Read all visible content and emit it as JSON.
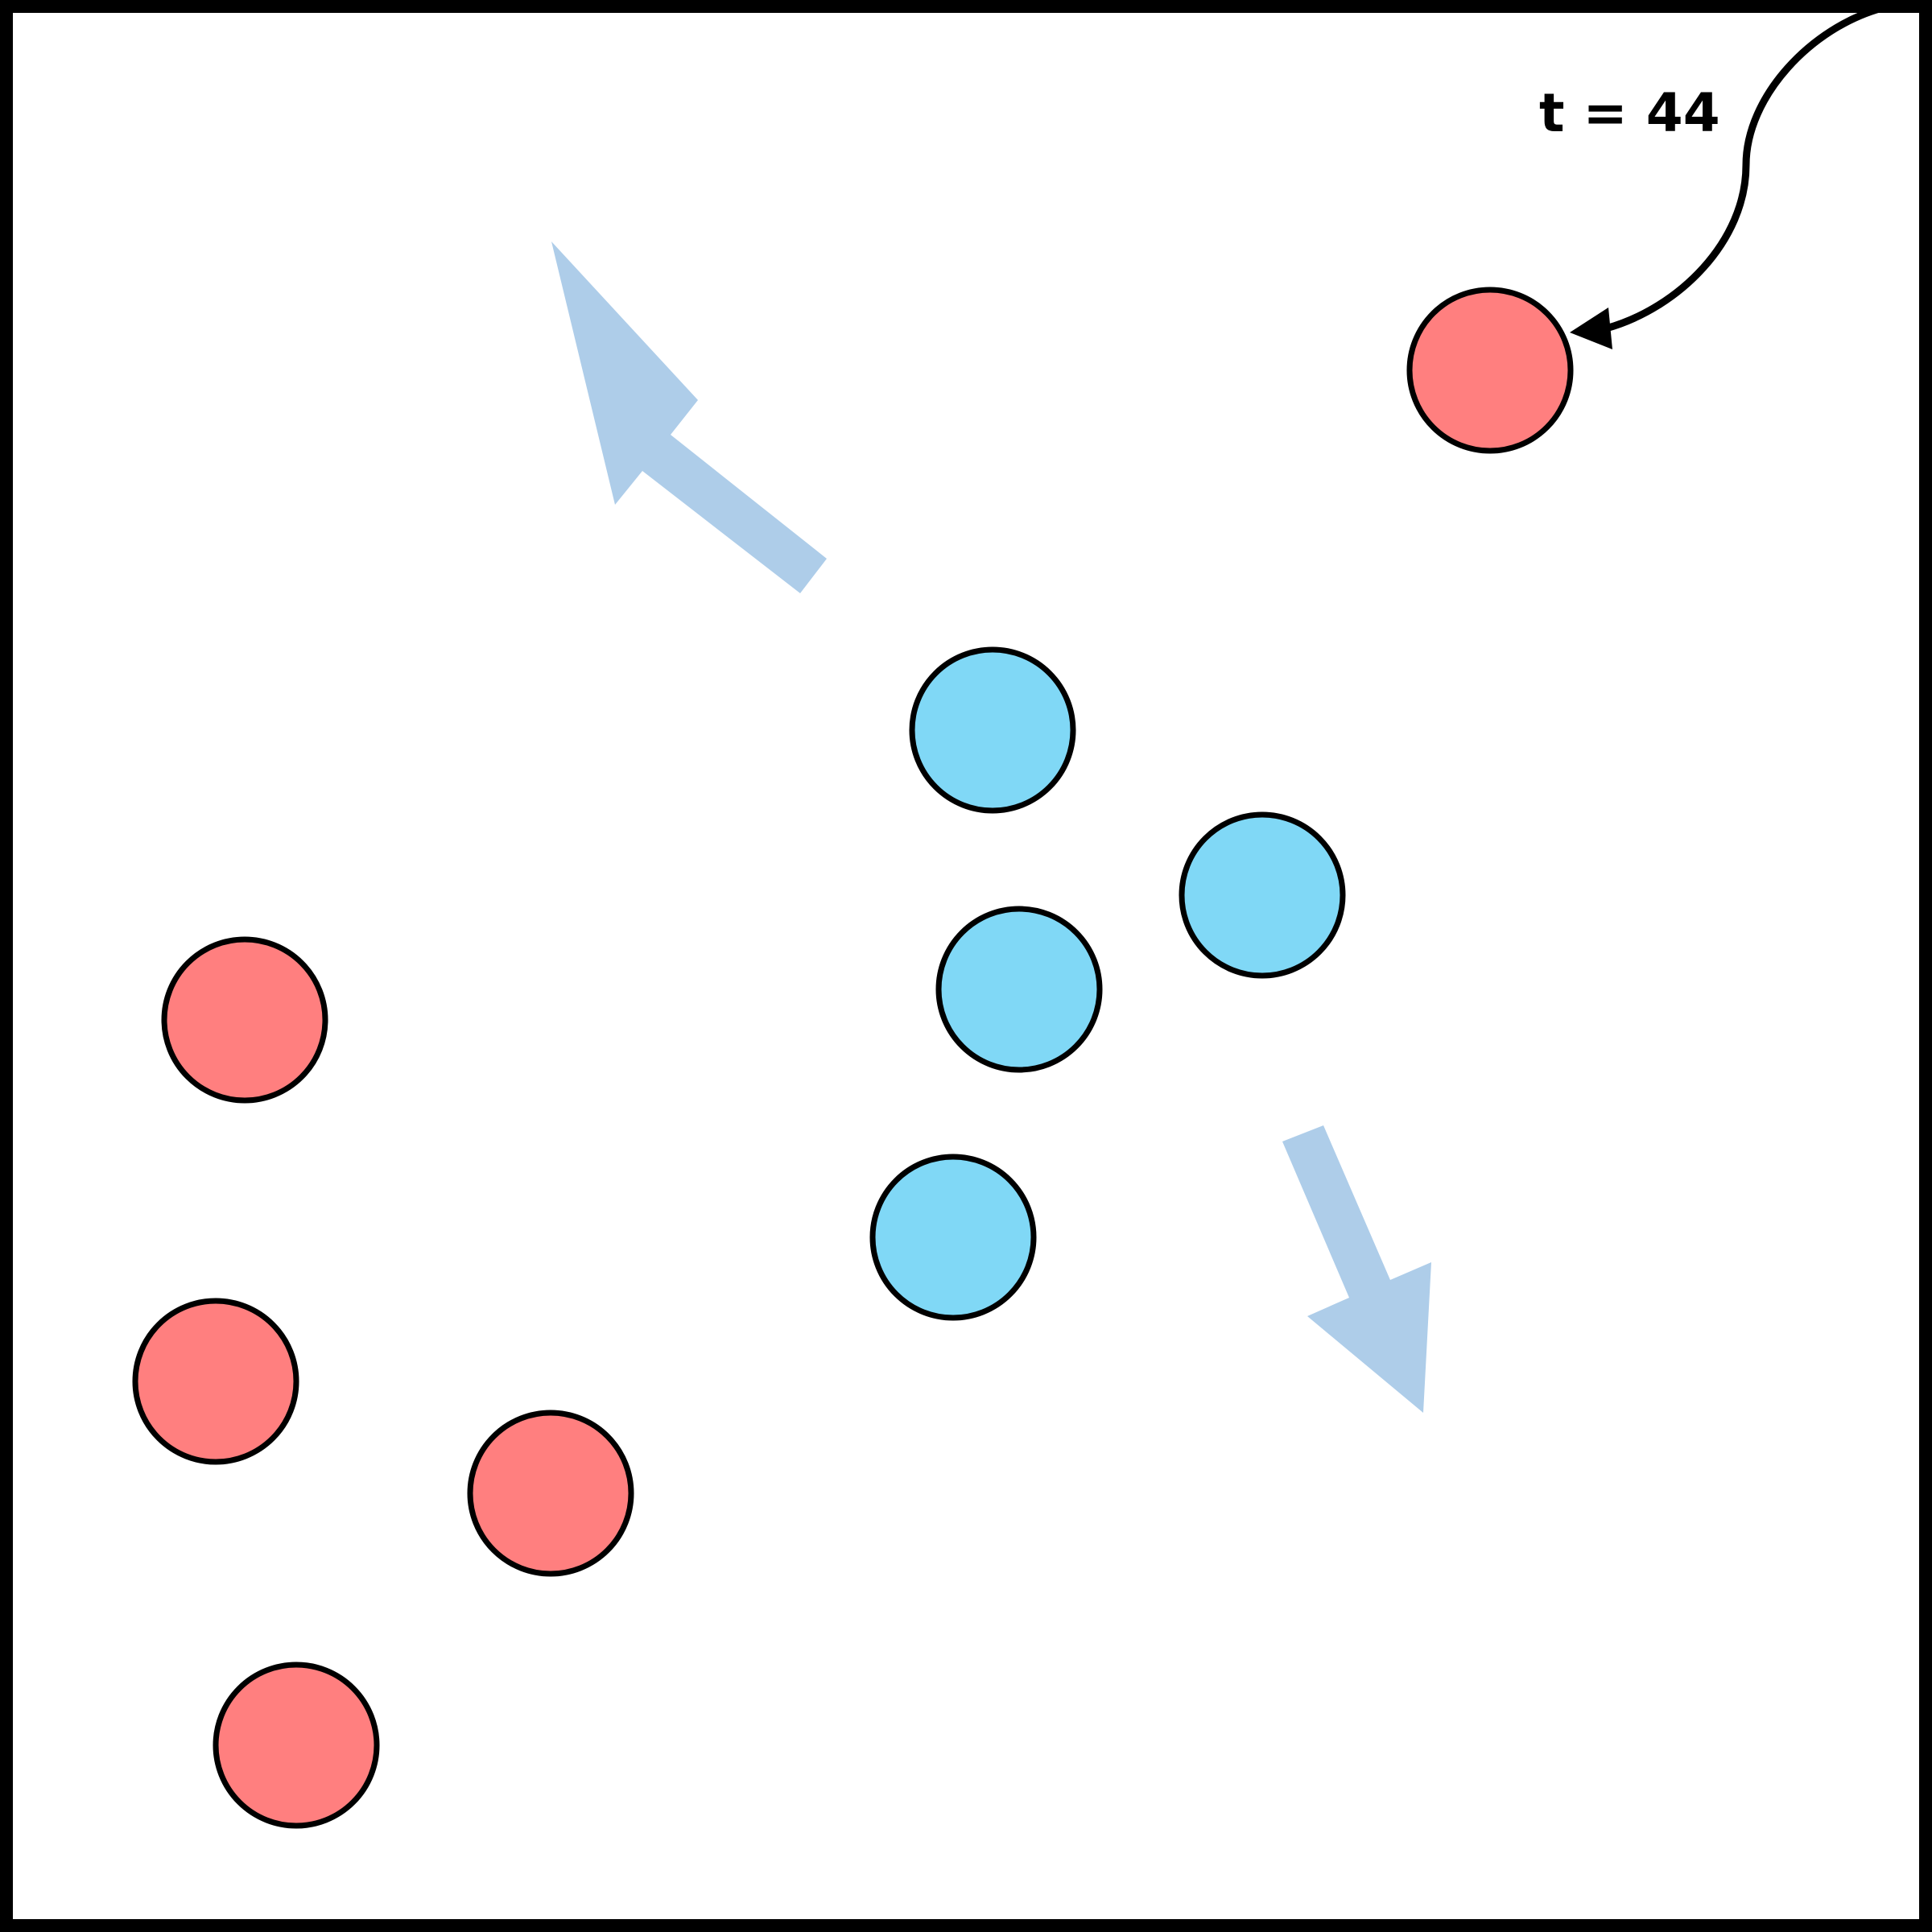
{
  "diagram": {
    "time_label": "t = 44",
    "colors": {
      "frame": "#000000",
      "red_particle": "#ff7f7f",
      "blue_particle": "#80d8f6",
      "motion_arrow": "#aecde9",
      "particle_outline": "#000000"
    },
    "particles": [
      {
        "group": "red"
      },
      {
        "group": "blue"
      },
      {
        "group": "blue"
      },
      {
        "group": "blue"
      },
      {
        "group": "blue"
      },
      {
        "group": "red"
      },
      {
        "group": "red"
      },
      {
        "group": "red"
      },
      {
        "group": "red"
      }
    ],
    "motion_arrows": [
      {
        "direction": "up-left"
      },
      {
        "direction": "down-right"
      }
    ],
    "time_arrow_icon": "curved-arrow-icon"
  }
}
